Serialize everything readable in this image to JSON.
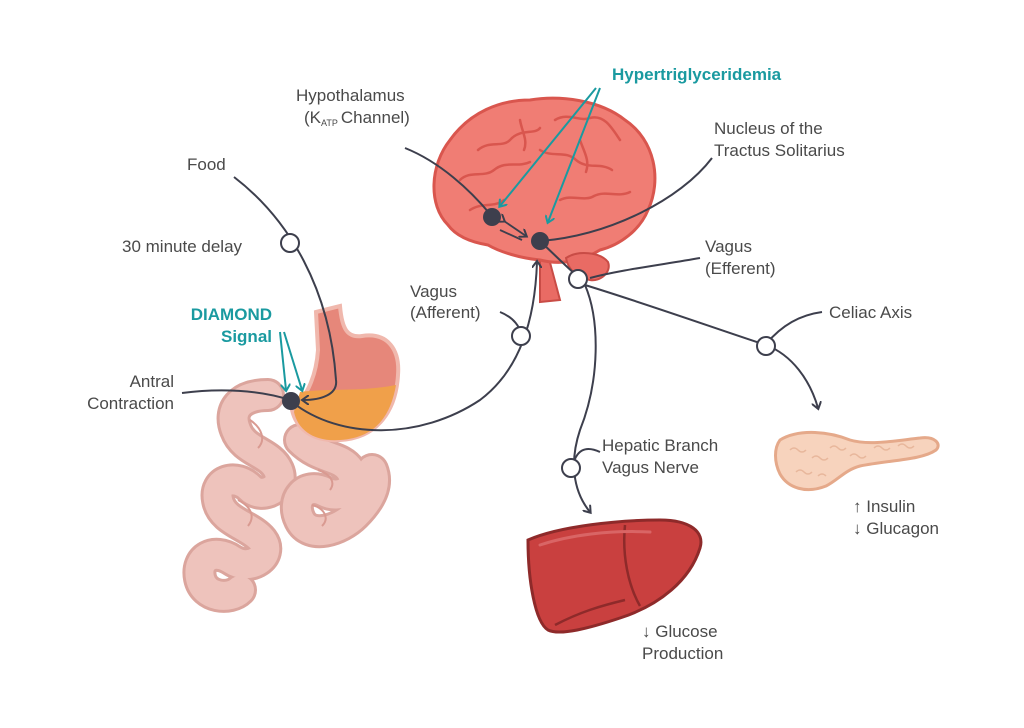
{
  "colors": {
    "line": "#3d3f4d",
    "accent": "#1a9aa0",
    "brain": "#ef7770",
    "brain_dark": "#d9544d",
    "stomach": "#e78b78",
    "stomach_fill": "#f0a04a",
    "intestine": "#e8b5ae",
    "liver": "#c9403f",
    "pancreas": "#f7d1ba"
  },
  "labels": {
    "food": "Food",
    "delay": "30 minute delay",
    "diamond_line1": "DIAMOND",
    "diamond_line2": "Signal",
    "antral_line1": "Antral",
    "antral_line2": "Contraction",
    "hypothalamus_line1": "Hypothalamus",
    "hypothalamus_k": "(K",
    "hypothalamus_sub": "ATP",
    "hypothalamus_rest": "Channel)",
    "hypertrig": "Hypertriglyceridemia",
    "nts_line1": "Nucleus of the",
    "nts_line2": "Tractus Solitarius",
    "vagus_aff_line1": "Vagus",
    "vagus_aff_line2": "(Afferent)",
    "vagus_eff_line1": "Vagus",
    "vagus_eff_line2": "(Efferent)",
    "celiac": "Celiac Axis",
    "hepatic_line1": "Hepatic Branch",
    "hepatic_line2": "Vagus Nerve",
    "insulin": "↑ Insulin",
    "glucagon": "↓ Glucagon",
    "glucose_line1": "↓ Glucose",
    "glucose_line2": "Production"
  }
}
